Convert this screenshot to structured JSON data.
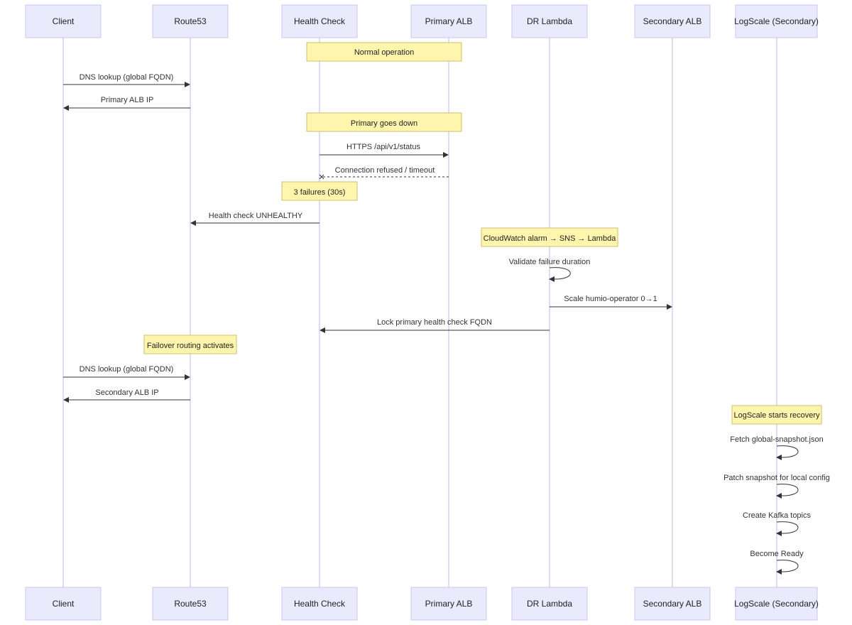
{
  "actors": [
    {
      "id": "client",
      "label": "Client"
    },
    {
      "id": "route53",
      "label": "Route53"
    },
    {
      "id": "health",
      "label": "Health Check"
    },
    {
      "id": "palb",
      "label": "Primary ALB"
    },
    {
      "id": "lambda",
      "label": "DR Lambda"
    },
    {
      "id": "salb",
      "label": "Secondary ALB"
    },
    {
      "id": "logscale",
      "label": "LogScale (Secondary)"
    }
  ],
  "notes": [
    {
      "id": "note-normal",
      "text": "Normal operation"
    },
    {
      "id": "note-down",
      "text": "Primary goes down"
    },
    {
      "id": "note-failures",
      "text": "3 failures (30s)"
    },
    {
      "id": "note-alarm",
      "text": "CloudWatch alarm → SNS → Lambda"
    },
    {
      "id": "note-failover",
      "text": "Failover routing activates"
    },
    {
      "id": "note-recovery",
      "text": "LogScale starts recovery"
    }
  ],
  "messages": [
    {
      "id": "m1",
      "from": "client",
      "to": "route53",
      "text": "DNS lookup (global FQDN)",
      "style": "solid"
    },
    {
      "id": "m2",
      "from": "route53",
      "to": "client",
      "text": "Primary ALB IP",
      "style": "solid"
    },
    {
      "id": "m3",
      "from": "health",
      "to": "palb",
      "text": "HTTPS /api/v1/status",
      "style": "solid"
    },
    {
      "id": "m4",
      "from": "palb",
      "to": "health",
      "text": "Connection refused / timeout",
      "style": "dashed-cross"
    },
    {
      "id": "m5",
      "from": "health",
      "to": "route53",
      "text": "Health check UNHEALTHY",
      "style": "solid"
    },
    {
      "id": "m6",
      "from": "lambda",
      "to": "lambda",
      "text": "Validate failure duration",
      "style": "self"
    },
    {
      "id": "m7",
      "from": "lambda",
      "to": "salb",
      "text": "Scale humio-operator 0→1",
      "style": "solid"
    },
    {
      "id": "m8",
      "from": "lambda",
      "to": "health",
      "text": "Lock primary health check FQDN",
      "style": "solid"
    },
    {
      "id": "m9",
      "from": "client",
      "to": "route53",
      "text": "DNS lookup (global FQDN)",
      "style": "solid"
    },
    {
      "id": "m10",
      "from": "route53",
      "to": "client",
      "text": "Secondary ALB IP",
      "style": "solid"
    },
    {
      "id": "m11",
      "from": "logscale",
      "to": "logscale",
      "text": "Fetch global-snapshot.json",
      "style": "self"
    },
    {
      "id": "m12",
      "from": "logscale",
      "to": "logscale",
      "text": "Patch snapshot for local config",
      "style": "self"
    },
    {
      "id": "m13",
      "from": "logscale",
      "to": "logscale",
      "text": "Create Kafka topics",
      "style": "self"
    },
    {
      "id": "m14",
      "from": "logscale",
      "to": "logscale",
      "text": "Become Ready",
      "style": "self"
    }
  ]
}
